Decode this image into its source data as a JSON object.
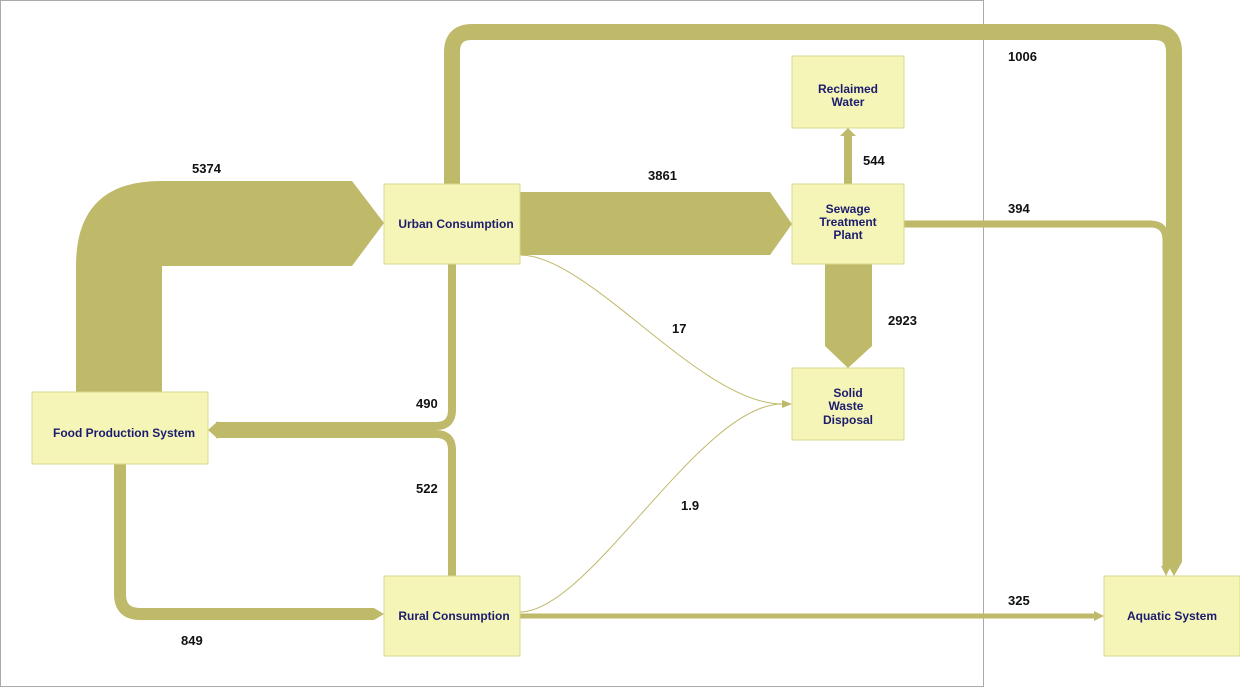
{
  "colors": {
    "flow": "#bfb96a",
    "node_fill": "#f5f5b8",
    "node_border": "#d9d98c",
    "node_text": "#1c1c6e",
    "label_text": "#111111",
    "frame": "#aaaaaa"
  },
  "nodes": {
    "food_production": {
      "lines": [
        "Food Production System"
      ]
    },
    "urban": {
      "lines": [
        "Urban Consumption"
      ]
    },
    "rural": {
      "lines": [
        "Rural Consumption"
      ]
    },
    "sewage": {
      "lines": [
        "Sewage",
        "Treatment",
        "Plant"
      ]
    },
    "reclaimed": {
      "lines": [
        "Reclaimed",
        "Water"
      ]
    },
    "solid_waste": {
      "lines": [
        "Solid",
        "Waste",
        "Disposal"
      ]
    },
    "aquatic": {
      "lines": [
        "Aquatic System"
      ]
    }
  },
  "flows": [
    {
      "id": "food_to_urban",
      "from": "Food Production System",
      "to": "Urban Consumption",
      "value": "5374"
    },
    {
      "id": "urban_to_sewage",
      "from": "Urban Consumption",
      "to": "Sewage Treatment Plant",
      "value": "3861"
    },
    {
      "id": "sewage_to_solid",
      "from": "Sewage Treatment Plant",
      "to": "Solid Waste Disposal",
      "value": "2923"
    },
    {
      "id": "sewage_to_reclaimed",
      "from": "Sewage Treatment Plant",
      "to": "Reclaimed Water",
      "value": "544"
    },
    {
      "id": "urban_to_aquatic",
      "from": "Urban Consumption",
      "to": "Aquatic System",
      "value": "1006"
    },
    {
      "id": "sewage_to_aquatic",
      "from": "Sewage Treatment Plant",
      "to": "Aquatic System",
      "value": "394"
    },
    {
      "id": "urban_to_food",
      "from": "Urban Consumption",
      "to": "Food Production System",
      "value": "490"
    },
    {
      "id": "rural_to_food",
      "from": "Rural Consumption",
      "to": "Food Production System",
      "value": "522"
    },
    {
      "id": "food_to_rural",
      "from": "Food Production System",
      "to": "Rural Consumption",
      "value": "849"
    },
    {
      "id": "urban_to_solid",
      "from": "Urban Consumption",
      "to": "Solid Waste Disposal",
      "value": "17"
    },
    {
      "id": "rural_to_solid",
      "from": "Rural Consumption",
      "to": "Solid Waste Disposal",
      "value": "1.9"
    },
    {
      "id": "rural_to_aquatic",
      "from": "Rural Consumption",
      "to": "Aquatic System",
      "value": "325"
    }
  ]
}
